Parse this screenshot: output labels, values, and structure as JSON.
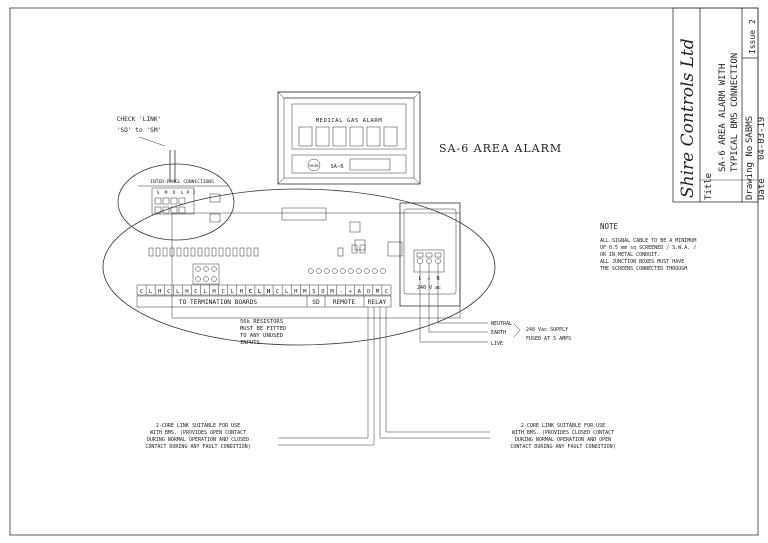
{
  "drawing_title": "SA-6 AREA ALARM",
  "panel": {
    "header": "MEDICAL GAS ALARM",
    "model": "SA-6",
    "logo": "SHIRE"
  },
  "link_note": {
    "line1": "CHECK 'LINK'",
    "line2": "'SO' to 'SM'"
  },
  "inset_label": "INTER-PANEL CONNECTIONS",
  "inset_terminals": [
    "S",
    "M",
    "O",
    "L",
    "P",
    "I"
  ],
  "terminal_strip": {
    "labels": [
      "C",
      "L",
      "H",
      "C",
      "L",
      "H",
      "C",
      "L",
      "H",
      "C",
      "L",
      "H",
      "C",
      "L",
      "H",
      "C",
      "L",
      "H",
      "M",
      "S",
      "O",
      "M",
      "-",
      "+",
      "A",
      "O",
      "M",
      "C"
    ],
    "groups": [
      {
        "label": "TO TERMINATION BOARDS"
      },
      {
        "label": "SD"
      },
      {
        "label": "REMOTE"
      },
      {
        "label": "RELAY"
      }
    ]
  },
  "supply": {
    "terminals": [
      "L",
      "⏚",
      "N"
    ],
    "voltage": "240 V ac",
    "neutral": "NEUTRAL",
    "earth": "EARTH",
    "live": "LIVE",
    "desc_line1": "240 Vac SUPPLY",
    "desc_line2": "FUSED AT 5 AMPS"
  },
  "resistor_note": [
    "56k RESISTORS",
    "MUST BE FITTED",
    "TO ANY UNUSED",
    "INPUTS"
  ],
  "bms_left": [
    "2-CORE LINK SUITABLE FOR USE",
    "WITH BMS. (PROVIDES OPEN CONTACT",
    "DURING NORMAL OPERATION AND CLOSED",
    "CONTACT DURING ANY FAULT CONDITION)"
  ],
  "bms_right": [
    "2-CORE LINK SUITABLE FOR USE",
    "WITH BMS. (PROVIDES CLOSED CONTACT",
    "DURING NORMAL OPERATION AND OPEN",
    "CONTACT DURING ANY FAULT CONDITION)"
  ],
  "note": {
    "heading": "NOTE",
    "lines": [
      "ALL SIGNAL CABLE TO BE A MINIMUM",
      "OF 0.5 mm sq SCREENED / S.W.A. /",
      "OR IN METAL CONDUIT.",
      "ALL JUNCTION BOXES MUST HAVE",
      "THE SCREENS CONNECTED THROUGH"
    ]
  },
  "title_block": {
    "company": "Shire Controls Ltd",
    "title_label": "Title",
    "title_line1": "SA-6 AREA ALARM WITH",
    "title_line2": "TYPICAL BMS CONNECTION",
    "drawing_no_label": "Drawing No",
    "drawing_no": "SABMS",
    "date_label": "Date",
    "date": "04-03-19",
    "issue_label": "Issue",
    "issue": "2"
  }
}
